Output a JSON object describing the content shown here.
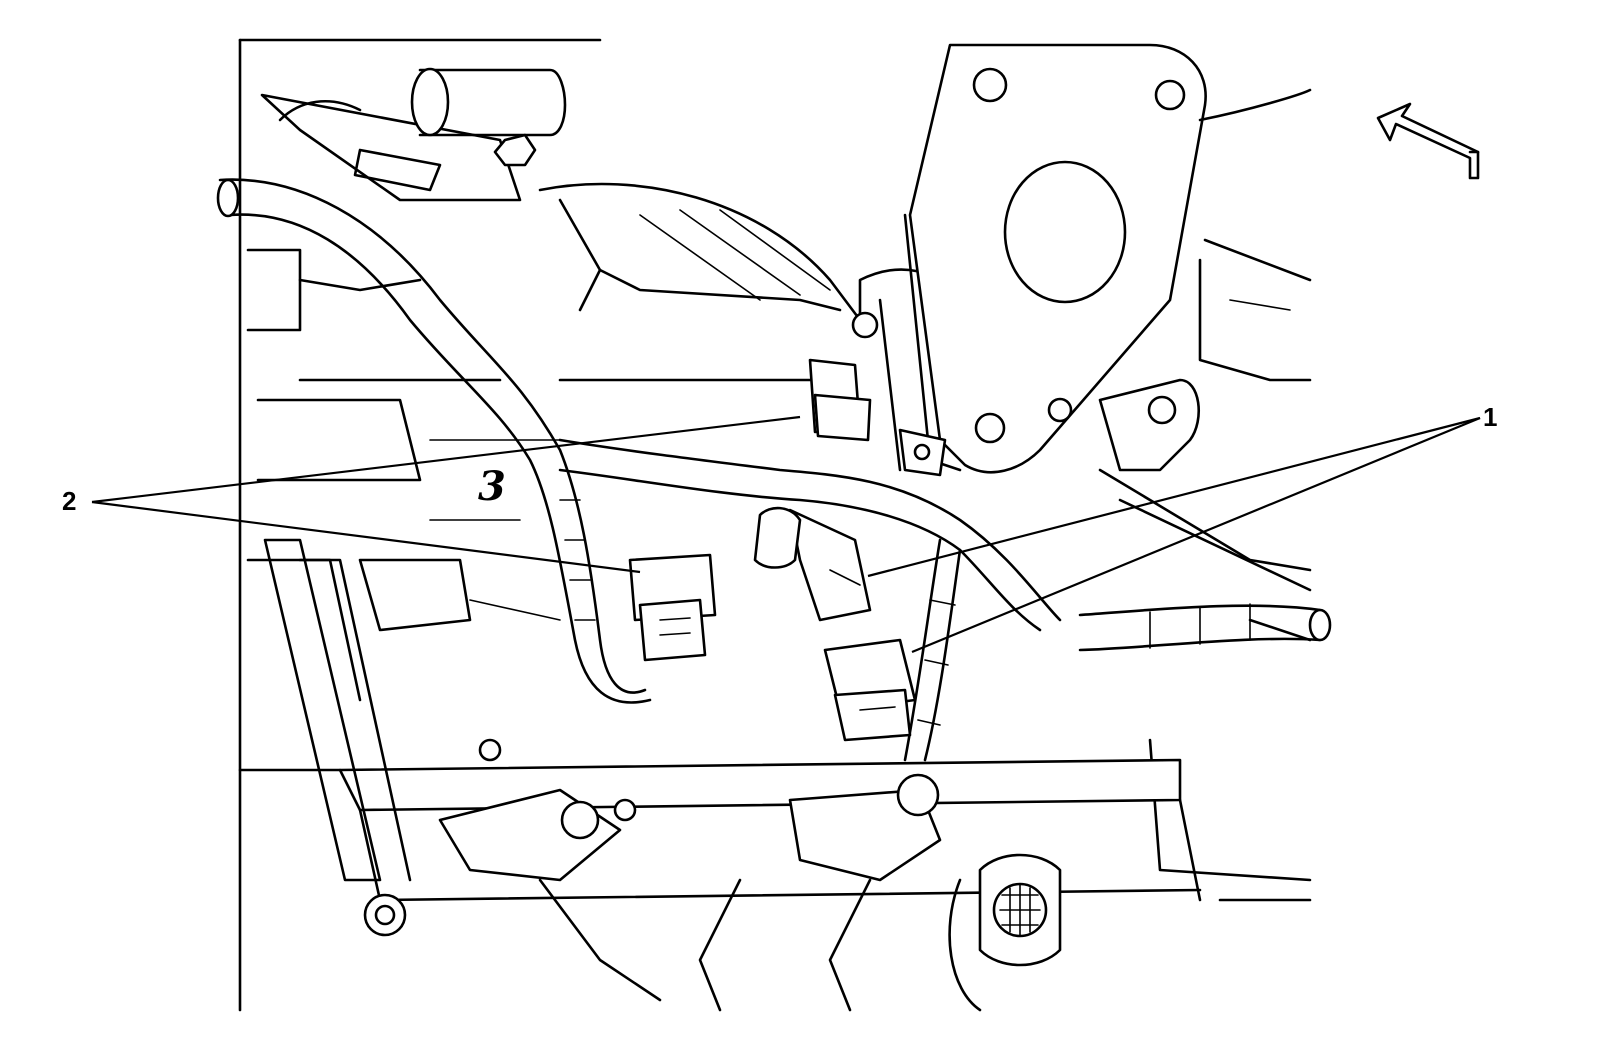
{
  "callouts": [
    {
      "id": "1",
      "label": "1"
    },
    {
      "id": "2",
      "label": "2"
    }
  ],
  "casting_mark": {
    "text": "3"
  },
  "orientation_arrow": {
    "icon": "direction-arrow-icon"
  },
  "colors": {
    "ink": "#000000",
    "paper": "#ffffff"
  }
}
